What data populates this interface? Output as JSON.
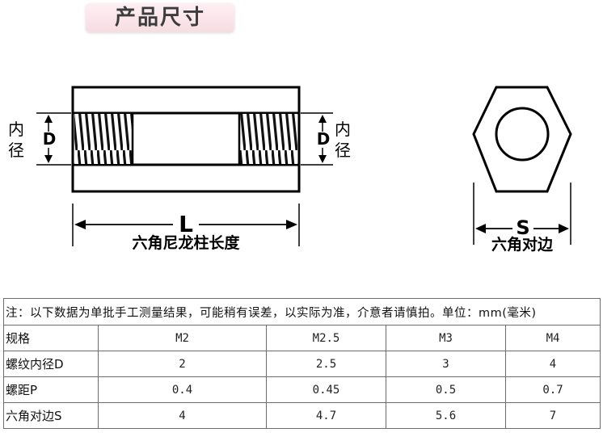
{
  "title": "产品尺寸",
  "diagram": {
    "left_inner_label": "内径",
    "right_inner_label": "内径",
    "d_symbol": "D",
    "length_symbol": "L",
    "length_caption": "六角尼龙柱长度",
    "s_symbol": "S",
    "s_caption": "六角对边"
  },
  "table": {
    "note": "注：以下数据为单批手工测量结果，可能稍有误差，以实际为准，介意者请慎拍。单位：mm(毫米)",
    "header": [
      "规格",
      "M2",
      "M2.5",
      "M3",
      "M4"
    ],
    "rows": [
      [
        "螺纹内径D",
        "2",
        "2.5",
        "3",
        "4"
      ],
      [
        "螺距P",
        "0.4",
        "0.45",
        "0.5",
        "0.7"
      ],
      [
        "六角对边S",
        "4",
        "4.7",
        "5.6",
        "7"
      ]
    ]
  }
}
